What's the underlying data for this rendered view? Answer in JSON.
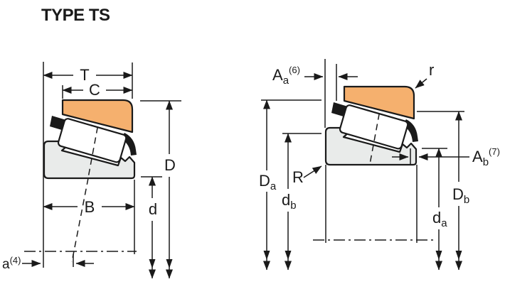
{
  "title": "TYPE TS",
  "colors": {
    "line": "#1a1a1a",
    "cup": "#f5b06e",
    "cone": "#e9ebea",
    "roller": "#ffffff",
    "cage": "#1a1a1a",
    "background": "#ffffff"
  },
  "left_view": {
    "dims": {
      "T": "T",
      "C": "C",
      "D": "D",
      "d": "d",
      "B": "B",
      "a": {
        "main": "a",
        "sup": "(4)"
      }
    }
  },
  "right_view": {
    "dims": {
      "Aa": {
        "main": "A",
        "sub": "a",
        "sup": "(6)"
      },
      "r": "r",
      "Da": {
        "main": "D",
        "sub": "a"
      },
      "R": "R",
      "db": {
        "main": "d",
        "sub": "b"
      },
      "Ab": {
        "main": "A",
        "sub": "b",
        "sup": "(7)"
      },
      "da": {
        "main": "d",
        "sub": "a"
      },
      "Db": {
        "main": "D",
        "sub": "b"
      }
    }
  }
}
